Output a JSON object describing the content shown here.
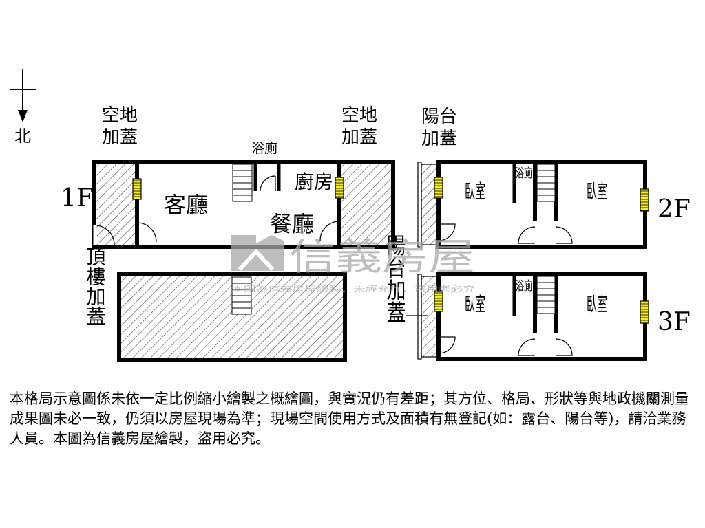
{
  "compass": {
    "north_label": "北"
  },
  "floors": {
    "f1": {
      "label": "1F",
      "yard_left": "空地加蓋",
      "yard_right": "空地加蓋",
      "bathroom": "浴廁",
      "living_room": "客廳",
      "kitchen": "廚房",
      "dining_room": "餐廳"
    },
    "f2": {
      "label": "2F",
      "balcony": "陽台加蓋",
      "bedroom_front": "臥室",
      "bathroom": "浴廁",
      "bedroom_back": "臥室"
    },
    "f3": {
      "label": "3F",
      "balcony": "陽台加蓋",
      "bedroom_front": "臥室",
      "bathroom": "浴廁",
      "bedroom_back": "臥室"
    },
    "roof": {
      "label": "頂樓加蓋"
    }
  },
  "watermark": {
    "brand": "信義房屋",
    "small": "本圖為信義房屋繪製．未經允許．盜用者必究"
  },
  "disclaimer": "本格局示意圖係未依一定比例縮小繪製之概繪圖，與實況仍有差距；其方位、格局、形狀等與地政機關測量成果圖未必一致，仍須以房屋現場為準；現場空間使用方式及面積有無登記(如：露台、陽台等)，請洽業務人員。本圖為信義房屋繪製，盜用必究。",
  "colors": {
    "window": "#f3ea2a",
    "wall": "#000000",
    "hatch": "#555555",
    "watermark": "#a9a9a9"
  }
}
